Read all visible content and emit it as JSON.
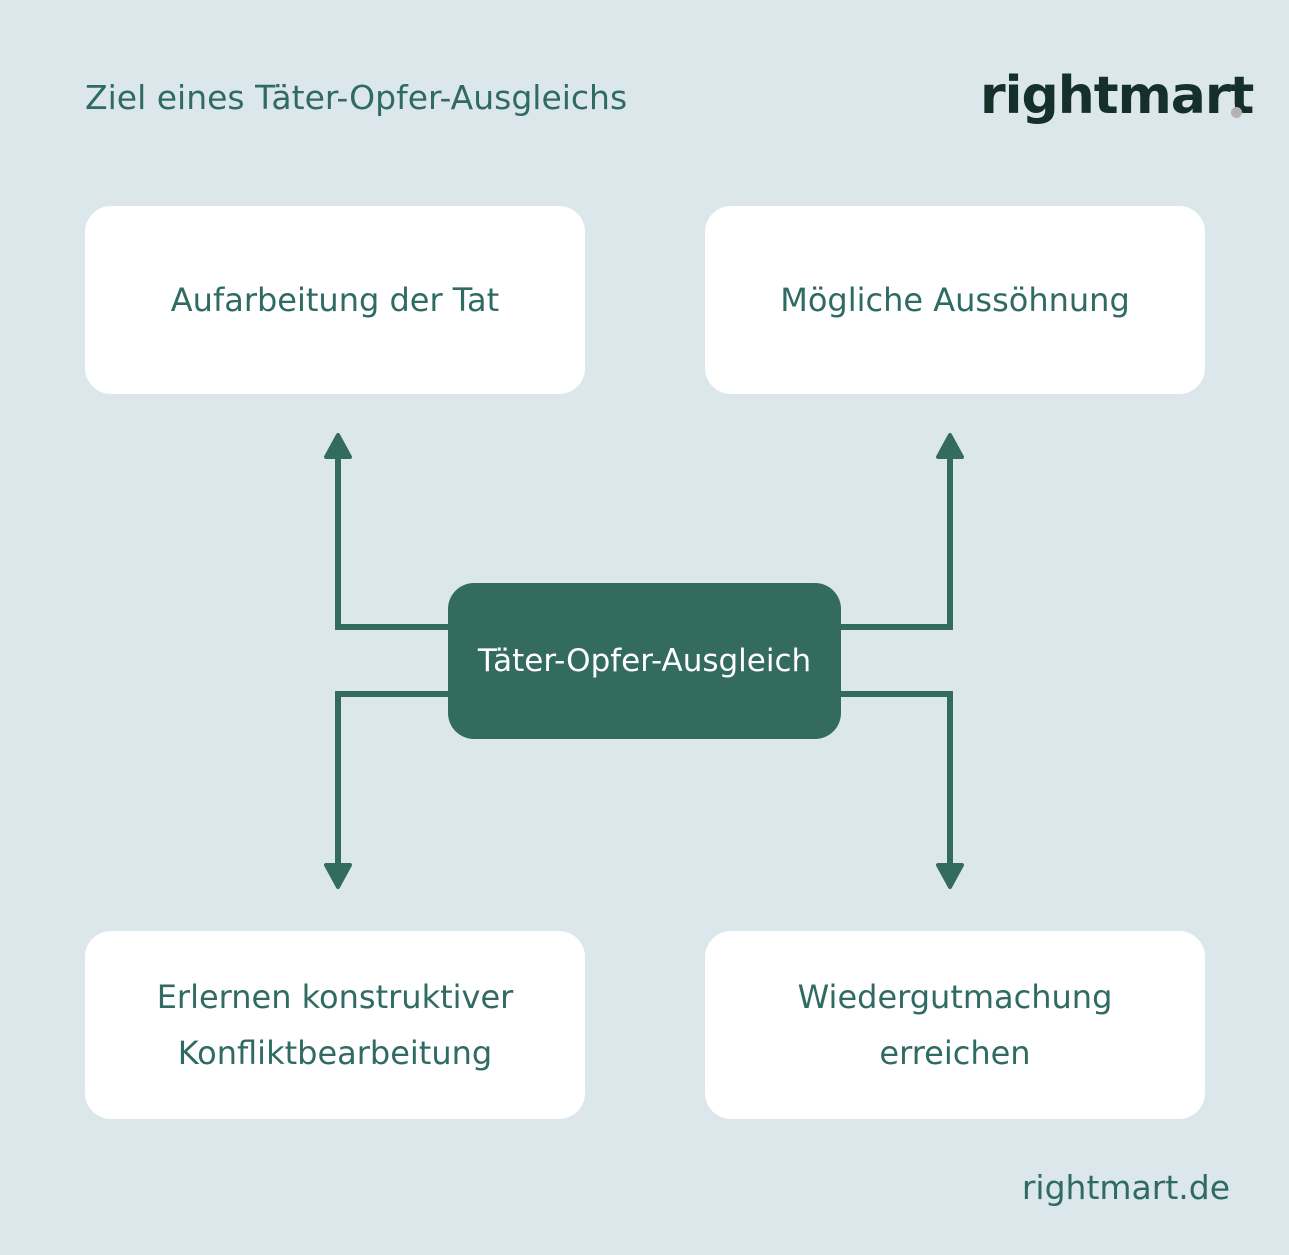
{
  "header": {
    "title": "Ziel eines Täter-Opfer-Ausgleichs"
  },
  "logo": {
    "text": "rightmart"
  },
  "diagram": {
    "center": "Täter-Opfer-Ausgleich",
    "goals": {
      "top_left": "Aufarbeitung der Tat",
      "top_right": "Mögliche Aussöhnung",
      "bottom_left": "Erlernen konstruktiver\nKonfliktbearbeitung",
      "bottom_right": "Wiedergutmachung\nerreichen"
    }
  },
  "footer": {
    "url": "rightmart.de"
  },
  "colors": {
    "background": "#dce7ec",
    "accent": "#336b61",
    "text": "#2f6b62",
    "logo": "#15302b"
  }
}
